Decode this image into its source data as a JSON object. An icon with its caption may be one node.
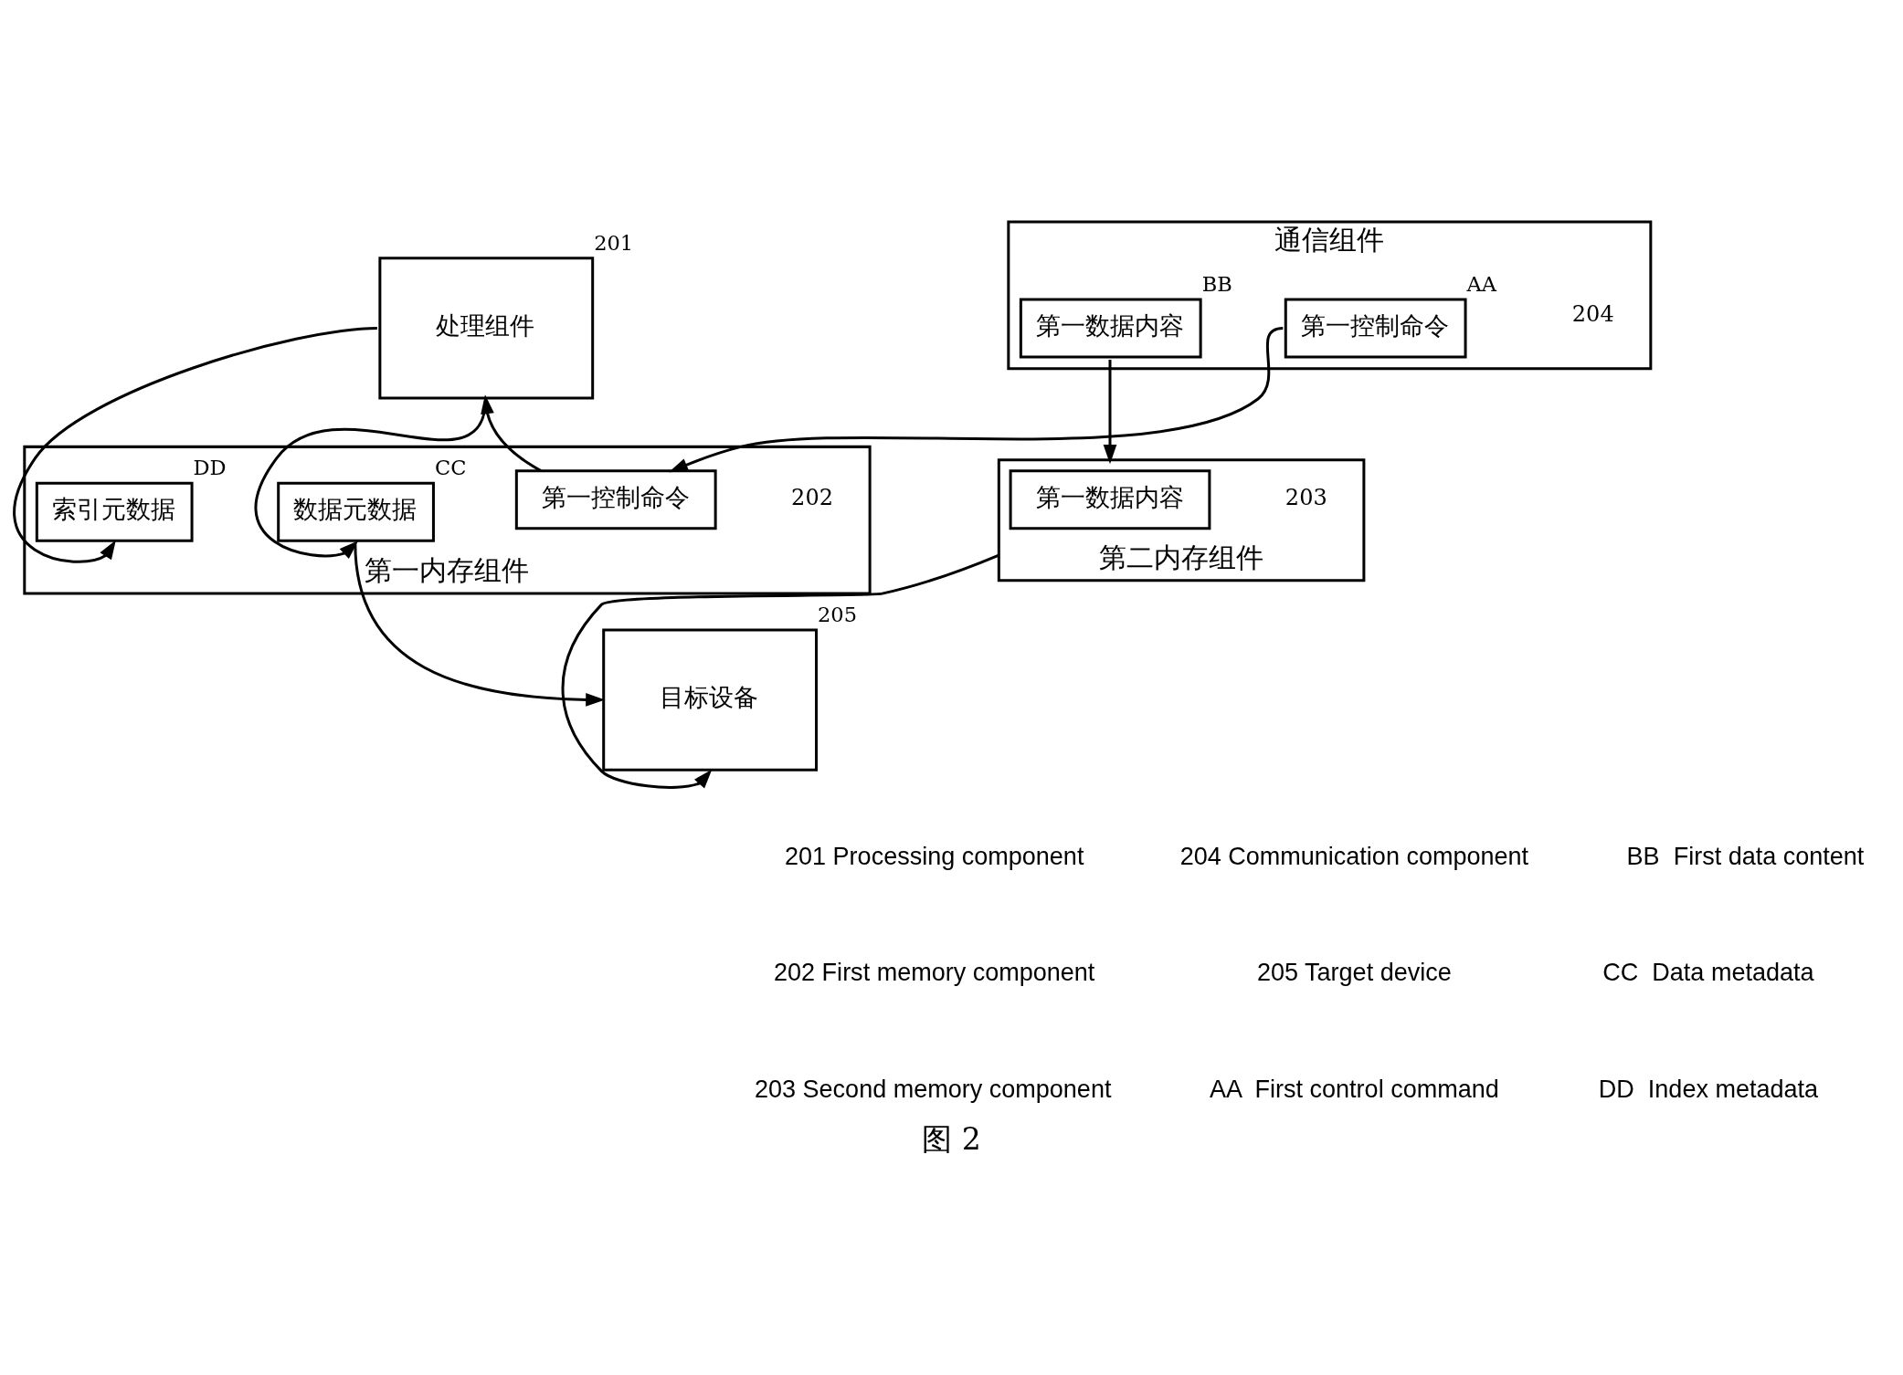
{
  "diagram": {
    "caption": "图 2",
    "nodes": [
      {
        "text": [
          "通信组件"
        ],
        "beside": [
          "204"
        ]
      },
      {
        "text": [
          "第一控制命令"
        ],
        "in": 0,
        "beside": [
          "AA"
        ]
      },
      {
        "text": [
          "第一数据内容"
        ],
        "in": 0,
        "beside": [
          "BB"
        ]
      },
      {
        "text": [
          "处理组件"
        ],
        "beside": [
          "201"
        ]
      },
      {
        "text": [
          "目标设备"
        ],
        "beside": [
          "205"
        ]
      },
      {
        "text": [
          "第一内存组件"
        ],
        "beside": [
          "202"
        ]
      },
      {
        "text": [
          "第一控制命令"
        ],
        "in": 5
      },
      {
        "text": [
          "数据元数据"
        ],
        "in": 5,
        "beside": [
          "CC"
        ]
      },
      {
        "text": [
          "索引元数据"
        ],
        "in": 5,
        "beside": [
          "DD"
        ]
      },
      {
        "text": [
          "第二内存组件"
        ],
        "beside": [
          "203"
        ]
      },
      {
        "text": [
          "第一数据内容"
        ],
        "in": 9
      }
    ],
    "edges": [
      {
        "from": 1,
        "to": 6,
        "arrow": "to"
      },
      {
        "from": 2,
        "to": 9,
        "arrow": "to"
      },
      {
        "from": 6,
        "to": 3,
        "arrow": "to"
      },
      {
        "from": 3,
        "to": 7,
        "arrow": "to"
      },
      {
        "from": 3,
        "to": 8,
        "arrow": "to"
      },
      {
        "from": 7,
        "to": 4,
        "arrow": "to"
      },
      {
        "from": 9,
        "to": 4,
        "arrow": "to"
      }
    ],
    "labels": [
      "201 Processing component",
      "204 Communication component",
      "BB  First data content",
      "202 First memory component",
      "205 Target device",
      "CC  Data metadata",
      "203 Second memory component",
      "AA  First control command",
      "DD  Index metadata"
    ]
  }
}
